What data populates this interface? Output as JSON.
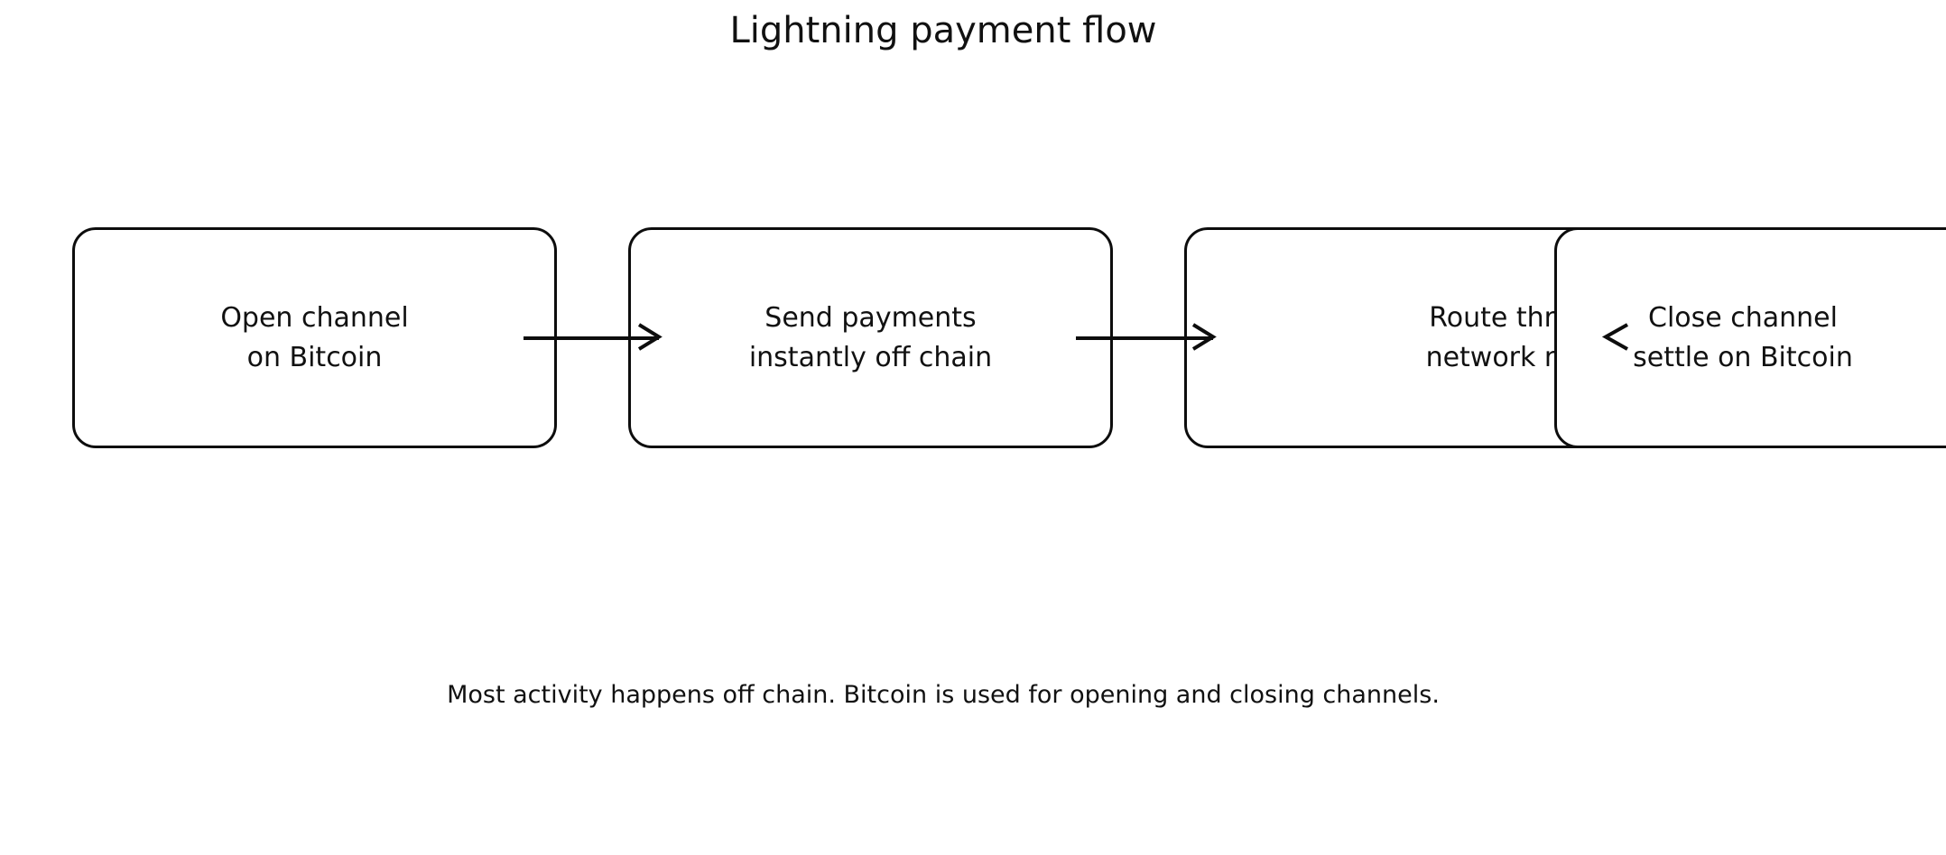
{
  "diagram": {
    "title": "Lightning payment flow",
    "caption": "Most activity happens off chain. Bitcoin is used for opening and closing channels.",
    "type": "flowchart",
    "orientation": "left-to-right",
    "stroke_color": "#0d0d0d",
    "text_color": "#111111",
    "background_color": "#ffffff",
    "nodes": [
      {
        "id": "open-channel",
        "label": "Open channel\non Bitcoin",
        "line1": "Open channel",
        "line2": "on Bitcoin",
        "shape": "rounded-rectangle"
      },
      {
        "id": "send-payments",
        "label": "Send payments\ninstantly off chain",
        "line1": "Send payments",
        "line2": "instantly off chain",
        "shape": "rounded-rectangle"
      },
      {
        "id": "route-through",
        "label": "Route through\nnetwork nodes",
        "line1": "Route through",
        "line2": "network nodes",
        "shape": "rounded-rectangle"
      },
      {
        "id": "close-channel",
        "label": "Close channel\nsettle on Bitcoin",
        "line1": "Close channel",
        "line2": "settle on Bitcoin",
        "shape": "rounded-rectangle"
      }
    ],
    "edges": [
      {
        "id": "edge-1",
        "from": "open-channel",
        "to": "send-payments",
        "arrow": "right"
      },
      {
        "id": "edge-2",
        "from": "send-payments",
        "to": "route-through",
        "arrow": "right"
      },
      {
        "id": "edge-3",
        "from": "route-through",
        "to": "close-channel",
        "arrow": "left"
      }
    ]
  }
}
